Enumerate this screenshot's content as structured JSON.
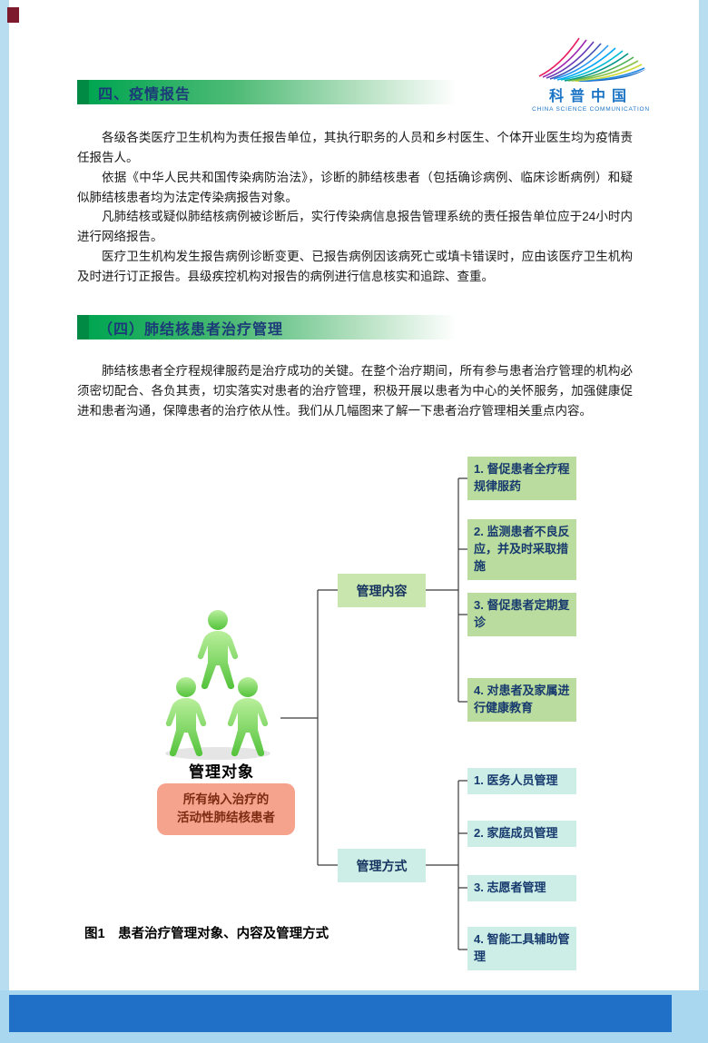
{
  "colors": {
    "banner_green": "#00a551",
    "banner_lead_green": "#008a44",
    "green_box": "#badc9e",
    "cyan_box": "#cdeee7",
    "pink_box": "#f6a38e",
    "page_border_blue": "#b8ddf1",
    "footer_dark_blue": "#2170c8",
    "footer_light_blue": "#aad7f0",
    "title_navy": "#1b3a78",
    "logo_blue": "#1b74c5",
    "corner_maroon": "#7d1b2d"
  },
  "icons": {
    "logo_icon": "feather-fan-swoosh",
    "person_icon": "person-silhouette-green"
  },
  "logo": {
    "title": "科普中国",
    "subtitle": "CHINA SCIENCE COMMUNICATION"
  },
  "section_epidemic": {
    "title": "四、疫情报告",
    "paragraphs": [
      "各级各类医疗卫生机构为责任报告单位，其执行职务的人员和乡村医生、个体开业医生均为疫情责任报告人。",
      "依据《中华人民共和国传染病防治法》，诊断的肺结核患者（包括确诊病例、临床诊断病例）和疑似肺结核患者均为法定传染病报告对象。",
      "凡肺结核或疑似肺结核病例被诊断后，实行传染病信息报告管理系统的责任报告单位应于24小时内进行网络报告。",
      "医疗卫生机构发生报告病例诊断变更、已报告病例因该病死亡或填卡错误时，应由该医疗卫生机构及时进行订正报告。县级疾控机构对报告的病例进行信息核实和追踪、查重。"
    ]
  },
  "section_treatment": {
    "title": "（四）肺结核患者治疗管理",
    "paragraph": "肺结核患者全疗程规律服药是治疗成功的关键。在整个治疗期间，所有参与患者治疗管理的机构必须密切配合、各负其责，切实落实对患者的治疗管理，积极开展以患者为中心的关怀服务，加强健康促进和患者沟通，保障患者的治疗依从性。我们从几幅图来了解一下患者治疗管理相关重点内容。"
  },
  "diagram": {
    "subject": {
      "label": "管理对象",
      "note_lines": [
        "所有纳入治疗的",
        "活动性肺结核患者"
      ]
    },
    "content_branch": {
      "label": "管理内容",
      "items": [
        "1. 督促患者全疗程规律服药",
        "2. 监测患者不良反应，并及时采取措施",
        "3. 督促患者定期复诊",
        "4. 对患者及家属进行健康教育"
      ]
    },
    "method_branch": {
      "label": "管理方式",
      "items": [
        "1. 医务人员管理",
        "2. 家庭成员管理",
        "3. 志愿者管理",
        "4. 智能工具辅助管理"
      ]
    },
    "caption": "图1　患者治疗管理对象、内容及管理方式"
  }
}
